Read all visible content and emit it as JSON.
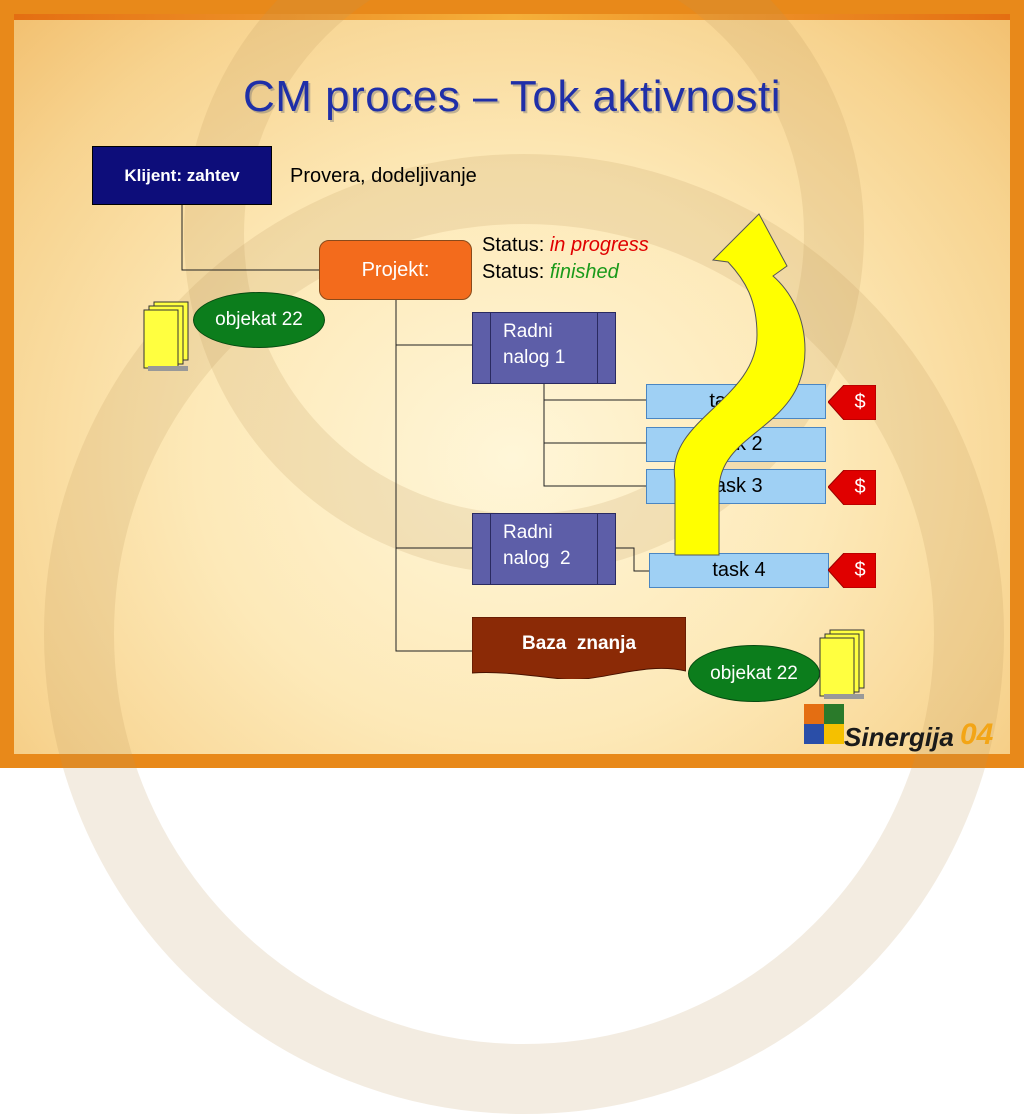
{
  "slide": {
    "title": "CM proces – Tok aktivnosti",
    "colors": {
      "frame": "#e8891a",
      "title": "#1f2fa8",
      "client_box": "#0d0d7a",
      "project_box": "#f36b1c",
      "ellipse": "#0c7d1c",
      "work_order": "#5d5ea8",
      "task": "#9fd0f4",
      "dollar": "#e00000",
      "knowledge_base": "#8b2a06",
      "arrow": "#ffff00"
    }
  },
  "diagram": {
    "client": "Klijent: zahtev",
    "check_assign": "Provera, dodeljivanje",
    "project": "Projekt:",
    "status_label": "Status:",
    "status_in_progress": "in progress",
    "status_finished": "finished",
    "object_left": "objekat 22",
    "object_right": "objekat 22",
    "work_order_1": [
      "Radni",
      "nalog 1"
    ],
    "work_order_2": [
      "Radni",
      "nalog  2"
    ],
    "tasks": [
      "task 1",
      "task 2",
      "task 3",
      "task 4"
    ],
    "dollar": "$",
    "knowledge_base": "Baza  znanja",
    "icons": [
      "document-stack-icon",
      "curved-arrow-icon",
      "logo-icon"
    ]
  },
  "logo": {
    "name": "Sinergija",
    "suffix": "04"
  }
}
